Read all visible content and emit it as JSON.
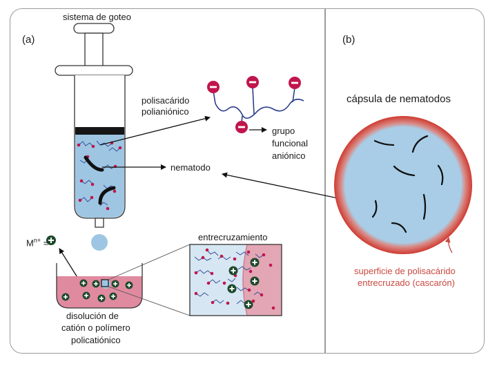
{
  "panel_a": {
    "tag": "(a)",
    "drip_system": "sistema de goteo",
    "polysaccharide_line1": "polisacárido",
    "polysaccharide_line2": "polianiónico",
    "group_line1": "grupo",
    "group_line2": "funcional",
    "group_line3": "aniónico",
    "nematode": "nematodo",
    "crosslinking": "entrecruzamiento",
    "cation_prefix": "M",
    "cation_charge": "n+",
    "cation_equals": "=",
    "solution_line1": "disolución de",
    "solution_line2": "catión o polímero",
    "solution_line3": "policatiónico"
  },
  "panel_b": {
    "tag": "(b)",
    "capsule_title": "cápsula de nematodos",
    "surface_line1": "superficie de polisacárido",
    "surface_line2": "entrecruzado (cascarón)"
  },
  "colors": {
    "liquid_blue": "#9ec6e2",
    "solution_pink": "#e08aa0",
    "shell_red": "#d4453c",
    "anion_magenta": "#c0154d",
    "cation_green": "#1e4a2c"
  }
}
